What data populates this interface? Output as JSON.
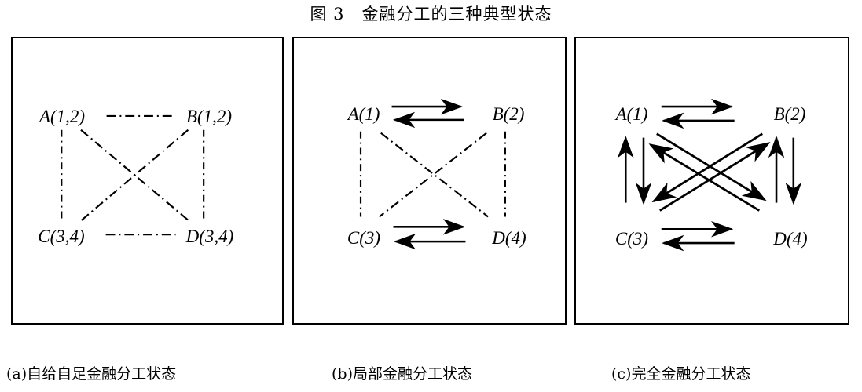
{
  "figure": {
    "title": "图 3　金融分工的三种典型状态",
    "line_color": "#000000",
    "background": "#ffffff"
  },
  "panels": [
    {
      "id": "a",
      "caption": "(a)自给自足金融分工状态",
      "nodes": {
        "A": "A(1,2)",
        "B": "B(1,2)",
        "C": "C(3,4)",
        "D": "D(3,4)"
      },
      "edges": [
        {
          "from": "A",
          "to": "B",
          "style": "dash-dot",
          "arrows": "none"
        },
        {
          "from": "C",
          "to": "D",
          "style": "dash-dot",
          "arrows": "none"
        },
        {
          "from": "A",
          "to": "C",
          "style": "dash-dot",
          "arrows": "none"
        },
        {
          "from": "B",
          "to": "D",
          "style": "dash-dot",
          "arrows": "none"
        },
        {
          "from": "A",
          "to": "D",
          "style": "dash-dot",
          "arrows": "none"
        },
        {
          "from": "B",
          "to": "C",
          "style": "dash-dot",
          "arrows": "none"
        }
      ]
    },
    {
      "id": "b",
      "caption": "(b)局部金融分工状态",
      "nodes": {
        "A": "A(1)",
        "B": "B(2)",
        "C": "C(3)",
        "D": "D(4)"
      },
      "edges": [
        {
          "from": "A",
          "to": "B",
          "style": "solid",
          "arrows": "both"
        },
        {
          "from": "C",
          "to": "D",
          "style": "solid",
          "arrows": "both"
        },
        {
          "from": "A",
          "to": "C",
          "style": "dash-dot",
          "arrows": "none"
        },
        {
          "from": "B",
          "to": "D",
          "style": "dash-dot",
          "arrows": "none"
        },
        {
          "from": "A",
          "to": "D",
          "style": "dash-dot",
          "arrows": "none"
        },
        {
          "from": "B",
          "to": "C",
          "style": "dash-dot",
          "arrows": "none"
        }
      ]
    },
    {
      "id": "c",
      "caption": "(c)完全金融分工状态",
      "nodes": {
        "A": "A(1)",
        "B": "B(2)",
        "C": "C(3)",
        "D": "D(4)"
      },
      "edges": [
        {
          "from": "A",
          "to": "B",
          "style": "solid",
          "arrows": "both"
        },
        {
          "from": "C",
          "to": "D",
          "style": "solid",
          "arrows": "both"
        },
        {
          "from": "A",
          "to": "C",
          "style": "solid",
          "arrows": "both"
        },
        {
          "from": "B",
          "to": "D",
          "style": "solid",
          "arrows": "both"
        },
        {
          "from": "A",
          "to": "D",
          "style": "solid",
          "arrows": "both"
        },
        {
          "from": "B",
          "to": "C",
          "style": "solid",
          "arrows": "both"
        }
      ]
    }
  ]
}
